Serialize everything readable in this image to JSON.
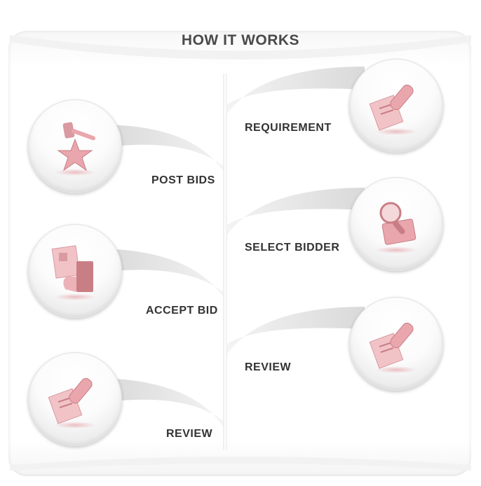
{
  "header": {
    "title": "HOW IT WORKS"
  },
  "steps": {
    "post_bids": "POST BIDS",
    "accept_bid": "ACCEPT BID",
    "review_left": "REVIEW",
    "requirement": "REQUIREMENT",
    "select_bidder": "SELECT BIDDER",
    "review_right": "REVIEW"
  },
  "icons": {
    "post_bids": "gavel-star-icon",
    "accept_bid": "document-hand-icon",
    "review_left": "pen-document-icon",
    "requirement": "pen-document-icon",
    "select_bidder": "magnifier-folder-icon",
    "review_right": "pen-document-icon"
  },
  "colors": {
    "icon_pink": "#e9a6ac",
    "icon_dark": "#c97e86",
    "label": "#333333",
    "title": "#4a4a4a"
  }
}
